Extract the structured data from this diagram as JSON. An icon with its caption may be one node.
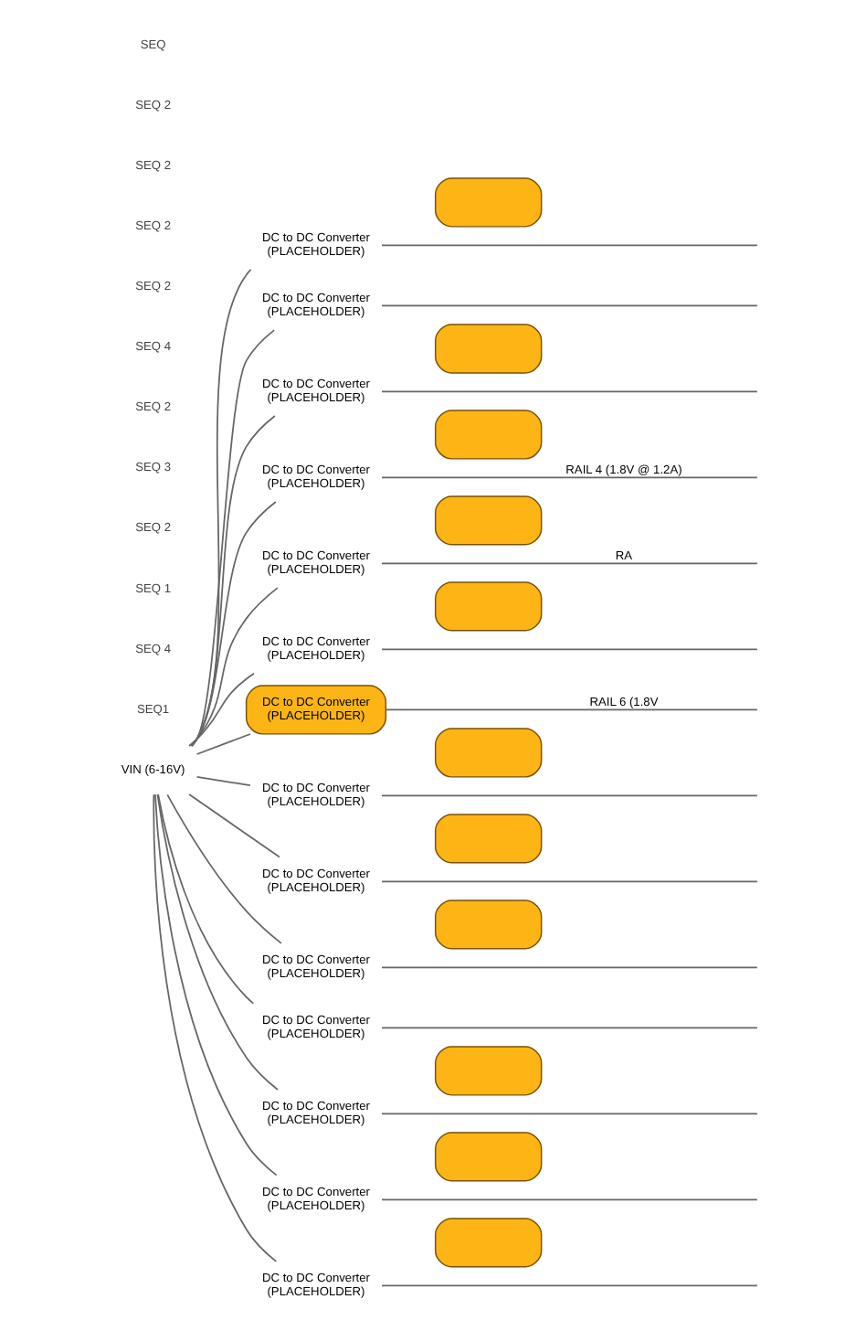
{
  "diagram": {
    "nodes": [
      {
        "text": [
          "VIN (6-16V)"
        ]
      },
      {
        "text": [
          "DC to DC Converter",
          "(PLACEHOLDER)"
        ]
      },
      {
        "text": [],
        "shape": "box"
      },
      {
        "text": [
          "DC to DC Converter",
          "(PLACEHOLDER)"
        ]
      },
      {
        "text": [
          "DC to DC Converter",
          "(PLACEHOLDER)"
        ]
      },
      {
        "text": [],
        "shape": "box"
      },
      {
        "text": [
          "DC to DC Converter",
          "(PLACEHOLDER)"
        ]
      },
      {
        "text": [],
        "shape": "box"
      },
      {
        "text": [
          "DC to DC Converter",
          "(PLACEHOLDER)"
        ]
      },
      {
        "text": [],
        "shape": "box"
      },
      {
        "text": [
          "DC to DC Converter",
          "(PLACEHOLDER)"
        ]
      },
      {
        "text": [],
        "shape": "box"
      },
      {
        "text": [
          "DC to DC Converter",
          "(PLACEHOLDER)"
        ]
      },
      {
        "text": [
          "DC to DC Converter",
          "(PLACEHOLDER)"
        ]
      },
      {
        "text": [],
        "shape": "box"
      },
      {
        "text": [
          "DC to DC Converter",
          "(PLACEHOLDER)"
        ]
      },
      {
        "text": [],
        "shape": "box"
      },
      {
        "text": [
          "DC to DC Converter",
          "(PLACEHOLDER)"
        ]
      },
      {
        "text": [],
        "shape": "box"
      },
      {
        "text": [
          "DC to DC Converter",
          "(PLACEHOLDER)"
        ]
      },
      {
        "text": [
          "DC to DC Converter",
          "(PLACEHOLDER)"
        ]
      },
      {
        "text": [],
        "shape": "box"
      },
      {
        "text": [
          "DC to DC Converter",
          "(PLACEHOLDER)"
        ]
      },
      {
        "text": [],
        "shape": "box"
      },
      {
        "text": [
          "DC to DC Converter",
          "(PLACEHOLDER)"
        ]
      },
      {
        "text": [],
        "shape": "box"
      }
    ],
    "edges": [
      {
        "from": 0,
        "to": 1,
        "arrow": "none"
      },
      {
        "from": 0,
        "to": 3,
        "arrow": "none"
      },
      {
        "from": 0,
        "to": 4,
        "arrow": "none"
      },
      {
        "from": 0,
        "to": 6,
        "arrow": "none"
      },
      {
        "from": 0,
        "to": 8,
        "arrow": "none"
      },
      {
        "from": 0,
        "to": 10,
        "arrow": "none"
      },
      {
        "from": 0,
        "to": 12,
        "arrow": "none"
      },
      {
        "from": 0,
        "to": 13,
        "arrow": "none"
      },
      {
        "from": 0,
        "to": 15,
        "arrow": "none"
      },
      {
        "from": 0,
        "to": 17,
        "arrow": "none"
      },
      {
        "from": 0,
        "to": 19,
        "arrow": "none"
      },
      {
        "from": 0,
        "to": 20,
        "arrow": "none"
      },
      {
        "from": 0,
        "to": 22,
        "arrow": "none"
      },
      {
        "from": 0,
        "to": 24,
        "arrow": "none"
      },
      {
        "from": 1,
        "to": null,
        "arrow": "none"
      },
      {
        "from": 3,
        "to": null,
        "arrow": "none"
      },
      {
        "from": 4,
        "to": null,
        "arrow": "none"
      },
      {
        "from": 6,
        "to": null,
        "arrow": "none",
        "label": "RAIL 4 (1.8V @ 1.2A)"
      },
      {
        "from": 8,
        "to": null,
        "arrow": "none",
        "label": "RA"
      },
      {
        "from": 10,
        "to": null,
        "arrow": "none"
      },
      {
        "from": 12,
        "to": null,
        "arrow": "none",
        "label": "RAIL 6 (1.8V"
      },
      {
        "from": 13,
        "to": null,
        "arrow": "none"
      },
      {
        "from": 15,
        "to": null,
        "arrow": "none"
      },
      {
        "from": 17,
        "to": null,
        "arrow": "none"
      },
      {
        "from": 19,
        "to": null,
        "arrow": "none"
      },
      {
        "from": 20,
        "to": null,
        "arrow": "none"
      },
      {
        "from": 22,
        "to": null,
        "arrow": "none"
      },
      {
        "from": 24,
        "to": null,
        "arrow": "none"
      }
    ],
    "labels": [
      "SEQ1",
      "SEQ 4",
      "SEQ 1",
      "SEQ 2",
      "SEQ 3",
      "SEQ 2",
      "SEQ 4",
      "SEQ 2",
      "SEQ 2",
      "SEQ 2",
      "SEQ 2",
      "SEQ"
    ]
  }
}
